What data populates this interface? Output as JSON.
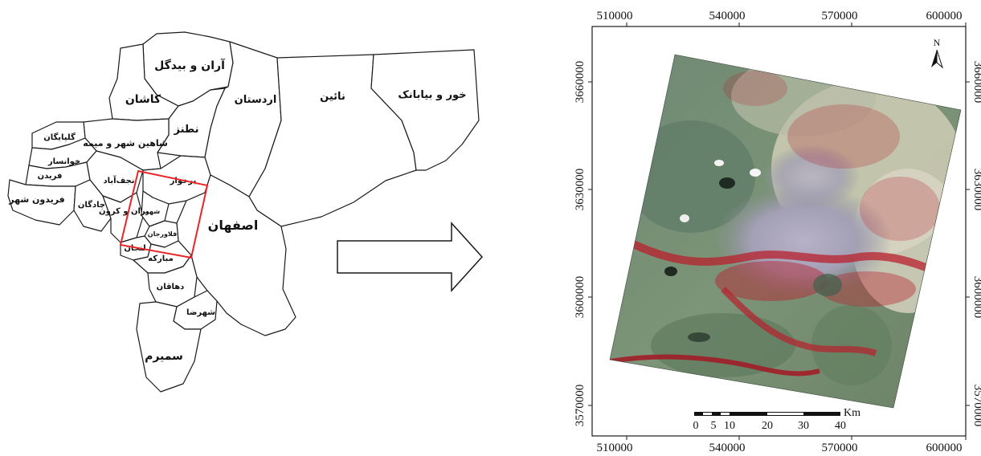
{
  "province_map": {
    "districts": [
      {
        "id": "aran-bidgol",
        "label": "آران و بیدگل"
      },
      {
        "id": "kashan",
        "label": "کاشان"
      },
      {
        "id": "natanz",
        "label": "نطنز"
      },
      {
        "id": "ardestan",
        "label": "اردستان"
      },
      {
        "id": "naein",
        "label": "نائین"
      },
      {
        "id": "khur-biabanak",
        "label": "خور و بیابانک"
      },
      {
        "id": "shahin-shahr",
        "label": "شاهین شهر و میمه"
      },
      {
        "id": "golpayegan",
        "label": "گلپایگان"
      },
      {
        "id": "khansar",
        "label": "خوانسار"
      },
      {
        "id": "fereydan",
        "label": "فریدن"
      },
      {
        "id": "fereydunshahr",
        "label": "فریدون شهر"
      },
      {
        "id": "najafabad",
        "label": "نجف‌آباد"
      },
      {
        "id": "chadegan",
        "label": "چادگان"
      },
      {
        "id": "tiran-karvan",
        "label": "یران و کرون"
      },
      {
        "id": "borkhar",
        "label": "برخوار"
      },
      {
        "id": "isfahan",
        "label": "اصفهان"
      },
      {
        "id": "khomeinishahr",
        "label": "شهر"
      },
      {
        "id": "falavarjan",
        "label": "فلاورجان"
      },
      {
        "id": "lenjan",
        "label": "لنجان"
      },
      {
        "id": "mobarakeh",
        "label": "مبارکه"
      },
      {
        "id": "dehaqan",
        "label": "دهاقان"
      },
      {
        "id": "shahreza",
        "label": "شهرضا"
      },
      {
        "id": "semirom",
        "label": "سمیرم"
      }
    ],
    "highlight_color": "#e8262a",
    "arrow_direction": "right"
  },
  "satellite_map": {
    "x_ticks": [
      "510000",
      "540000",
      "570000",
      "600000"
    ],
    "y_ticks": [
      "3660000",
      "3630000",
      "3600000",
      "3570000"
    ],
    "north_label": "N",
    "scale_bar": {
      "unit": "Km",
      "labels": [
        "0",
        "5",
        "10",
        "20",
        "30",
        "40"
      ]
    },
    "colors": {
      "vegetation_red": "#b8202c",
      "terrain_green": "#6f8a6e",
      "urban": "#a9a6b8",
      "bright_soil": "#d9d6c4"
    }
  }
}
